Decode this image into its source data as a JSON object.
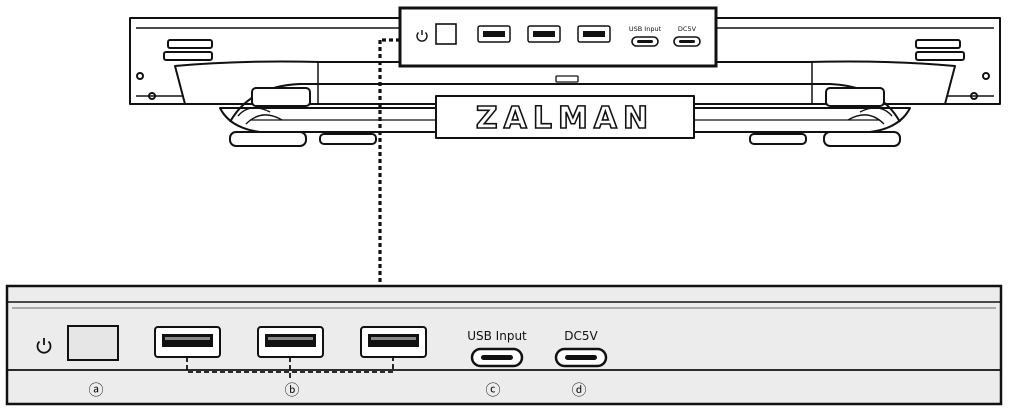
{
  "brand": {
    "name": "ZALMAN"
  },
  "top_panel": {
    "labels": {
      "usb_input": "USB Input",
      "dc5v": "DC5V"
    },
    "icons": [
      "power-icon",
      "power-button",
      "usb-a-port",
      "usb-a-port",
      "usb-a-port",
      "usb-c-port",
      "usb-c-port"
    ]
  },
  "detail_panel": {
    "labels": {
      "usb_input": "USB Input",
      "dc5v": "DC5V"
    },
    "callouts": {
      "power_button": "ⓐ",
      "usb_ports": "ⓑ",
      "usb_input": "ⓒ",
      "dc5v": "ⓓ"
    },
    "icons": [
      "power-icon",
      "power-button",
      "usb-a-port",
      "usb-a-port",
      "usb-a-port",
      "usb-c-port",
      "usb-c-port"
    ]
  },
  "colors": {
    "line": "#111111",
    "panel_fill": "#ececec",
    "device_fill": "#ffffff"
  }
}
